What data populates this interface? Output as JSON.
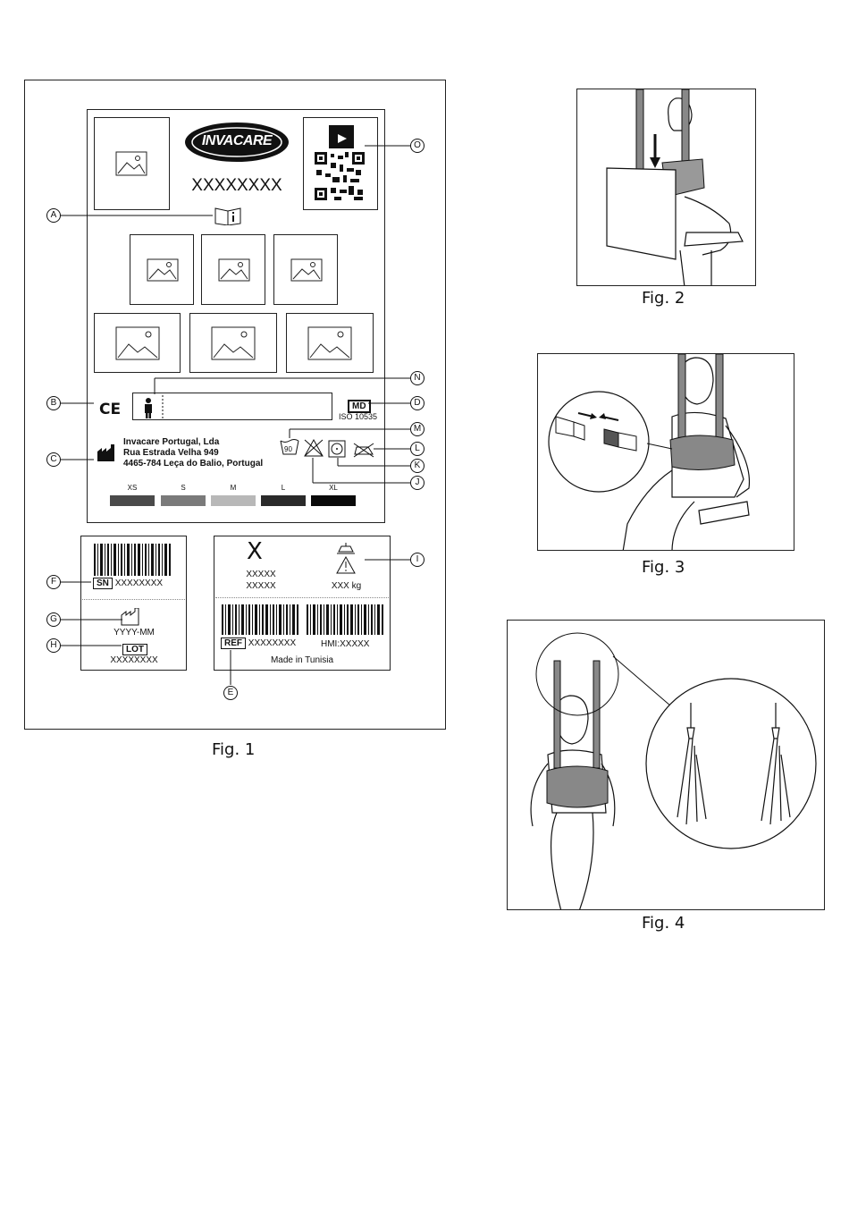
{
  "fig1": {
    "caption": "Fig. 1",
    "brand": "INVACARE",
    "product_code": "XXXXXXXX",
    "standard": "ISO 10535",
    "md": "MD",
    "ce": "CE",
    "manufacturer": {
      "line1": "Invacare Portugal, Lda",
      "line2": "Rua Estrada Velha 949",
      "line3": "4465-784 Leça do Balio, Portugal"
    },
    "sizes": [
      {
        "label": "XS",
        "color": "#4a4a4a"
      },
      {
        "label": "S",
        "color": "#7a7a7a"
      },
      {
        "label": "M",
        "color": "#b8b8b8"
      },
      {
        "label": "L",
        "color": "#2a2a2a"
      },
      {
        "label": "XL",
        "color": "#0a0a0a"
      }
    ],
    "wash_temp": "90",
    "sn_label": "SN",
    "sn_value": "XXXXXXXX",
    "date_format": "YYYY-MM",
    "lot_label": "LOT",
    "lot_value": "XXXXXXXX",
    "x_mark": "X",
    "x_line1": "XXXXX",
    "x_line2": "XXXXX",
    "weight": "XXX kg",
    "ref_label": "REF",
    "ref_value": "XXXXXXXX",
    "hmi": "HMI:XXXXX",
    "made_in": "Made in Tunisia",
    "callouts": [
      "A",
      "B",
      "C",
      "D",
      "E",
      "F",
      "G",
      "H",
      "I",
      "J",
      "K",
      "L",
      "M",
      "N",
      "O"
    ]
  },
  "fig2": {
    "caption": "Fig. 2"
  },
  "fig3": {
    "caption": "Fig. 3"
  },
  "fig4": {
    "caption": "Fig. 4"
  }
}
